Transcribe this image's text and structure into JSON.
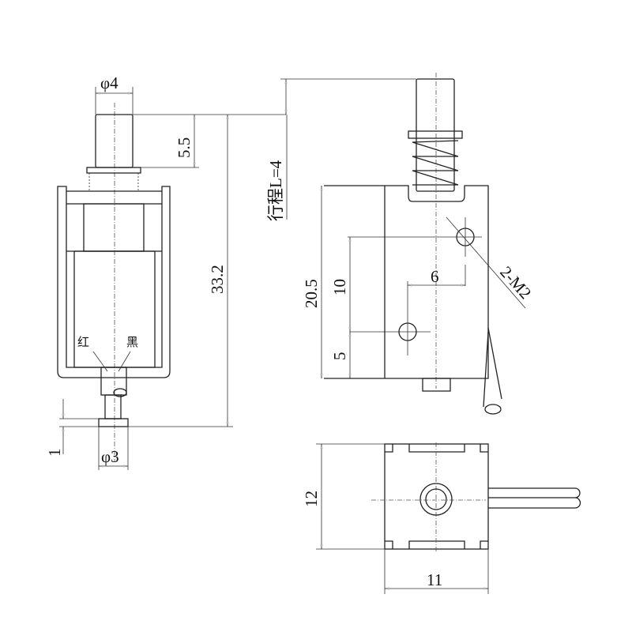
{
  "side_view": {
    "plunger_diameter": "φ4",
    "plunger_length": "5.5",
    "overall_length": "33.2",
    "stroke": "行程L=4",
    "bottom_shaft_diameter": "φ3",
    "bottom_flange_thickness": "1",
    "wire_red": "红",
    "wire_black": "黑"
  },
  "front_view": {
    "height": "20.5",
    "hole_spacing_vertical": "10",
    "hole_offset_bottom": "5",
    "hole_spacing_horizontal": "6",
    "mounting_holes": "2-M2"
  },
  "bottom_view": {
    "depth": "12",
    "width": "11"
  }
}
